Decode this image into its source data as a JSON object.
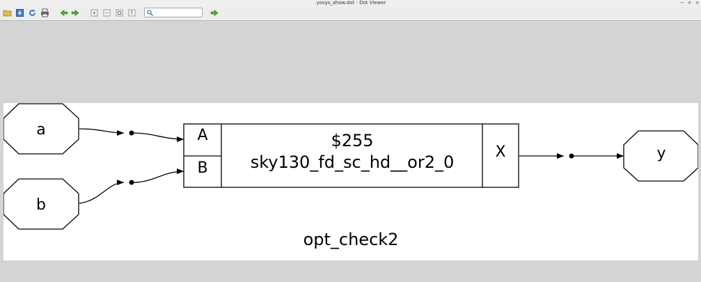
{
  "window": {
    "title": ".yosys_show.dot - Dot Viewer"
  },
  "toolbar": {
    "buttons": [
      "open-icon",
      "save-icon",
      "reload-icon",
      "print-icon",
      "back-icon",
      "forward-icon",
      "zoom-in-icon",
      "zoom-out-icon",
      "zoom-fit-icon",
      "zoom-100-icon"
    ],
    "search": {
      "value": "",
      "placeholder": ""
    },
    "find_next_icon": "arrow-right-icon"
  },
  "graph": {
    "inputs": [
      {
        "name": "a"
      },
      {
        "name": "b"
      }
    ],
    "cell": {
      "id": "$255",
      "type": "sky130_fd_sc_hd__or2_0",
      "ports_in": [
        "A",
        "B"
      ],
      "port_out": "X"
    },
    "outputs": [
      {
        "name": "y"
      }
    ],
    "module_label": "opt_check2"
  },
  "colors": {
    "edge": "#000000",
    "node_fill": "#ffffff",
    "background": "#d4d4d4"
  }
}
